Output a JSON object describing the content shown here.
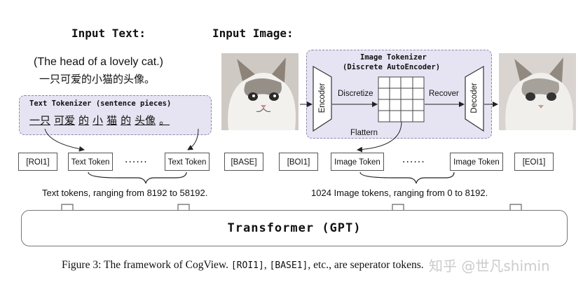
{
  "headings": {
    "input_text": "Input Text:",
    "input_image": "Input Image:"
  },
  "sample_text": {
    "english": "(The head of a lovely cat.)",
    "chinese": "一只可爱的小猫的头像。"
  },
  "text_tokenizer": {
    "title": "Text Tokenizer (sentence pieces)",
    "pieces": [
      "一只",
      "可爱",
      "的",
      "小",
      "猫",
      "的",
      "头像",
      "。"
    ]
  },
  "image_tokenizer": {
    "title_line1": "Image Tokenizer",
    "title_line2": "(Discrete AutoEncoder)",
    "encoder": "Encoder",
    "decoder": "Decoder",
    "discretize": "Discretize",
    "recover": "Recover",
    "flattern": "Flattern"
  },
  "tokens": {
    "roi1": "[ROI1]",
    "text_token": "Text Token",
    "dots": "......",
    "base": "[BASE]",
    "boi1": "[BOI1]",
    "image_token": "Image Token",
    "eoi1": "[EOI1]"
  },
  "ranges": {
    "text": "Text tokens, ranging from 8192 to 58192.",
    "image": "1024 Image tokens, ranging from 0 to 8192."
  },
  "transformer_label": "Transformer (GPT)",
  "caption": {
    "prefix": "Figure 3: The framework of CogView.",
    "code1": "[ROI1]",
    "sep": ",",
    "code2": "[BASE1]",
    "suffix": ", etc., are seperator tokens."
  },
  "watermark": "知乎 @世凡shimin",
  "colors": {
    "tokenizer_fill": "#e6e4f2",
    "tokenizer_border": "#8a86b0",
    "trapezoid_fill": "#ffffff"
  }
}
